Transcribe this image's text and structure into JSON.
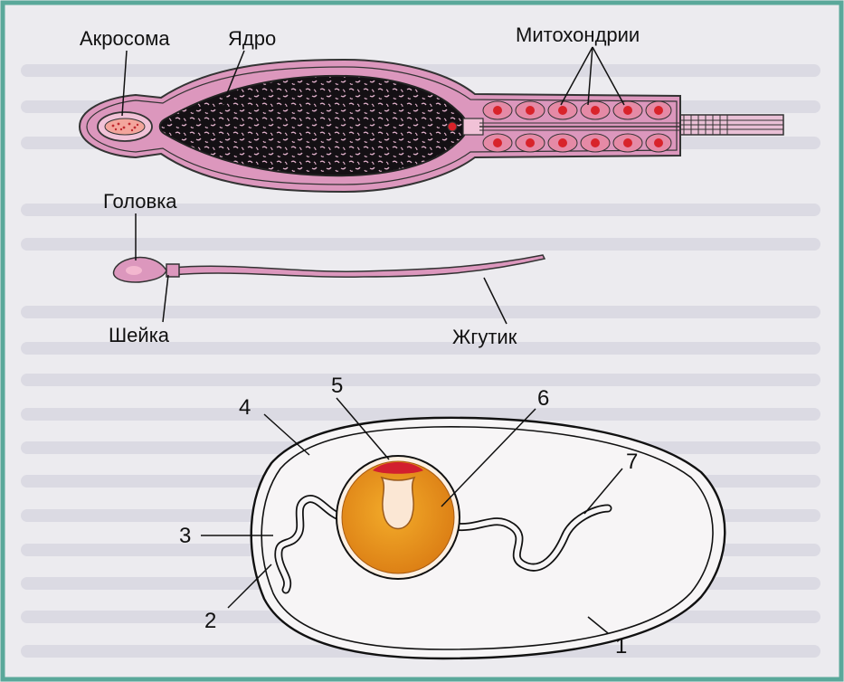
{
  "figure": {
    "upper_labels": {
      "acrosome": "Акросома",
      "nucleus": "Ядро",
      "mitochondria": "Митохондрии"
    },
    "middle_labels": {
      "head": "Головка",
      "neck": "Шейка",
      "flagellum": "Жгутик"
    },
    "numbers": [
      "1",
      "2",
      "3",
      "4",
      "5",
      "6",
      "7"
    ]
  },
  "colors": {
    "frame": "#5aa89a",
    "background": "#ecebef",
    "membrane_pink": "#d98fb5",
    "nucleus_dark": "#141014",
    "mitochondria_red": "#d8232a",
    "yolk_orange": "#e8961c",
    "blastodisc_red": "#d21f2e"
  }
}
